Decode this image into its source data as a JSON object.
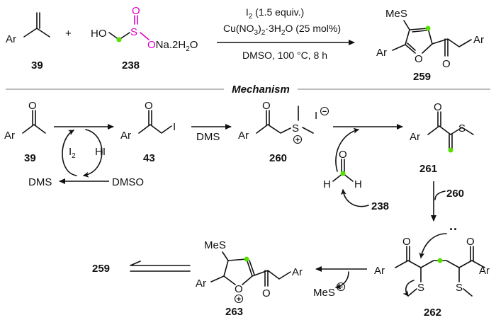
{
  "top_reaction": {
    "reactant1": {
      "group": "Ar",
      "label": "39"
    },
    "plus": "+",
    "reactant2": {
      "ho": "HO",
      "s": "S",
      "o_top": "O",
      "o_right": "O",
      "salt": "Na.2H",
      "salt_sub": "2",
      "salt_end": "O",
      "label": "238"
    },
    "conditions": {
      "line1_a": "I",
      "line1_sub": "2",
      "line1_b": " (1.5 equiv.)",
      "line2_a": "Cu(NO",
      "line2_sub1": "3",
      "line2_b": ")",
      "line2_sub2": "2",
      "line2_c": "·3H",
      "line2_sub3": "2",
      "line2_d": "O (25 mol%)",
      "line3": "DMSO, 100 °C, 8 h"
    },
    "product": {
      "mes": "MeS",
      "ar_left": "Ar",
      "o_ring": "O",
      "o_carbonyl": "O",
      "ar_right": "Ar",
      "label": "259"
    }
  },
  "divider_title": "Mechanism",
  "mechanism": {
    "m39": {
      "ar": "Ar",
      "o": "O",
      "label": "39"
    },
    "cycle": {
      "i2_a": "I",
      "i2_sub": "2",
      "hi": "HI",
      "dms": "DMS",
      "dmso": "DMSO"
    },
    "m43": {
      "ar": "Ar",
      "o": "O",
      "i": "I",
      "label": "43"
    },
    "arrow_dms": "DMS",
    "m260": {
      "ar": "Ar",
      "o": "O",
      "s": "S",
      "plus": "+",
      "iodide": "I",
      "minus": "−",
      "label": "260"
    },
    "formaldehyde": {
      "o": "O",
      "h_left": "H",
      "h_right": "H",
      "label": "238"
    },
    "m261": {
      "ar": "Ar",
      "o": "O",
      "s": "S",
      "label": "261"
    },
    "arrow_260": "260",
    "m262": {
      "ar_left": "Ar",
      "ar_right": "Ar",
      "o_left": "O",
      "o_right": "O",
      "s_left": "S",
      "s_right": "S",
      "lone_pair": "··",
      "label": "262"
    },
    "mes_minus": {
      "mes": "MeS",
      "minus": "−"
    },
    "m263": {
      "mes": "MeS",
      "ar": "Ar",
      "o_ring": "O",
      "plus": "+",
      "o_carbonyl": "O",
      "ar_right": "Ar",
      "label": "263"
    },
    "final": "259"
  },
  "colors": {
    "highlight_atom": "#55e000",
    "sulfinate_atoms": "#e000c8",
    "divider": "#bdbdbd"
  }
}
